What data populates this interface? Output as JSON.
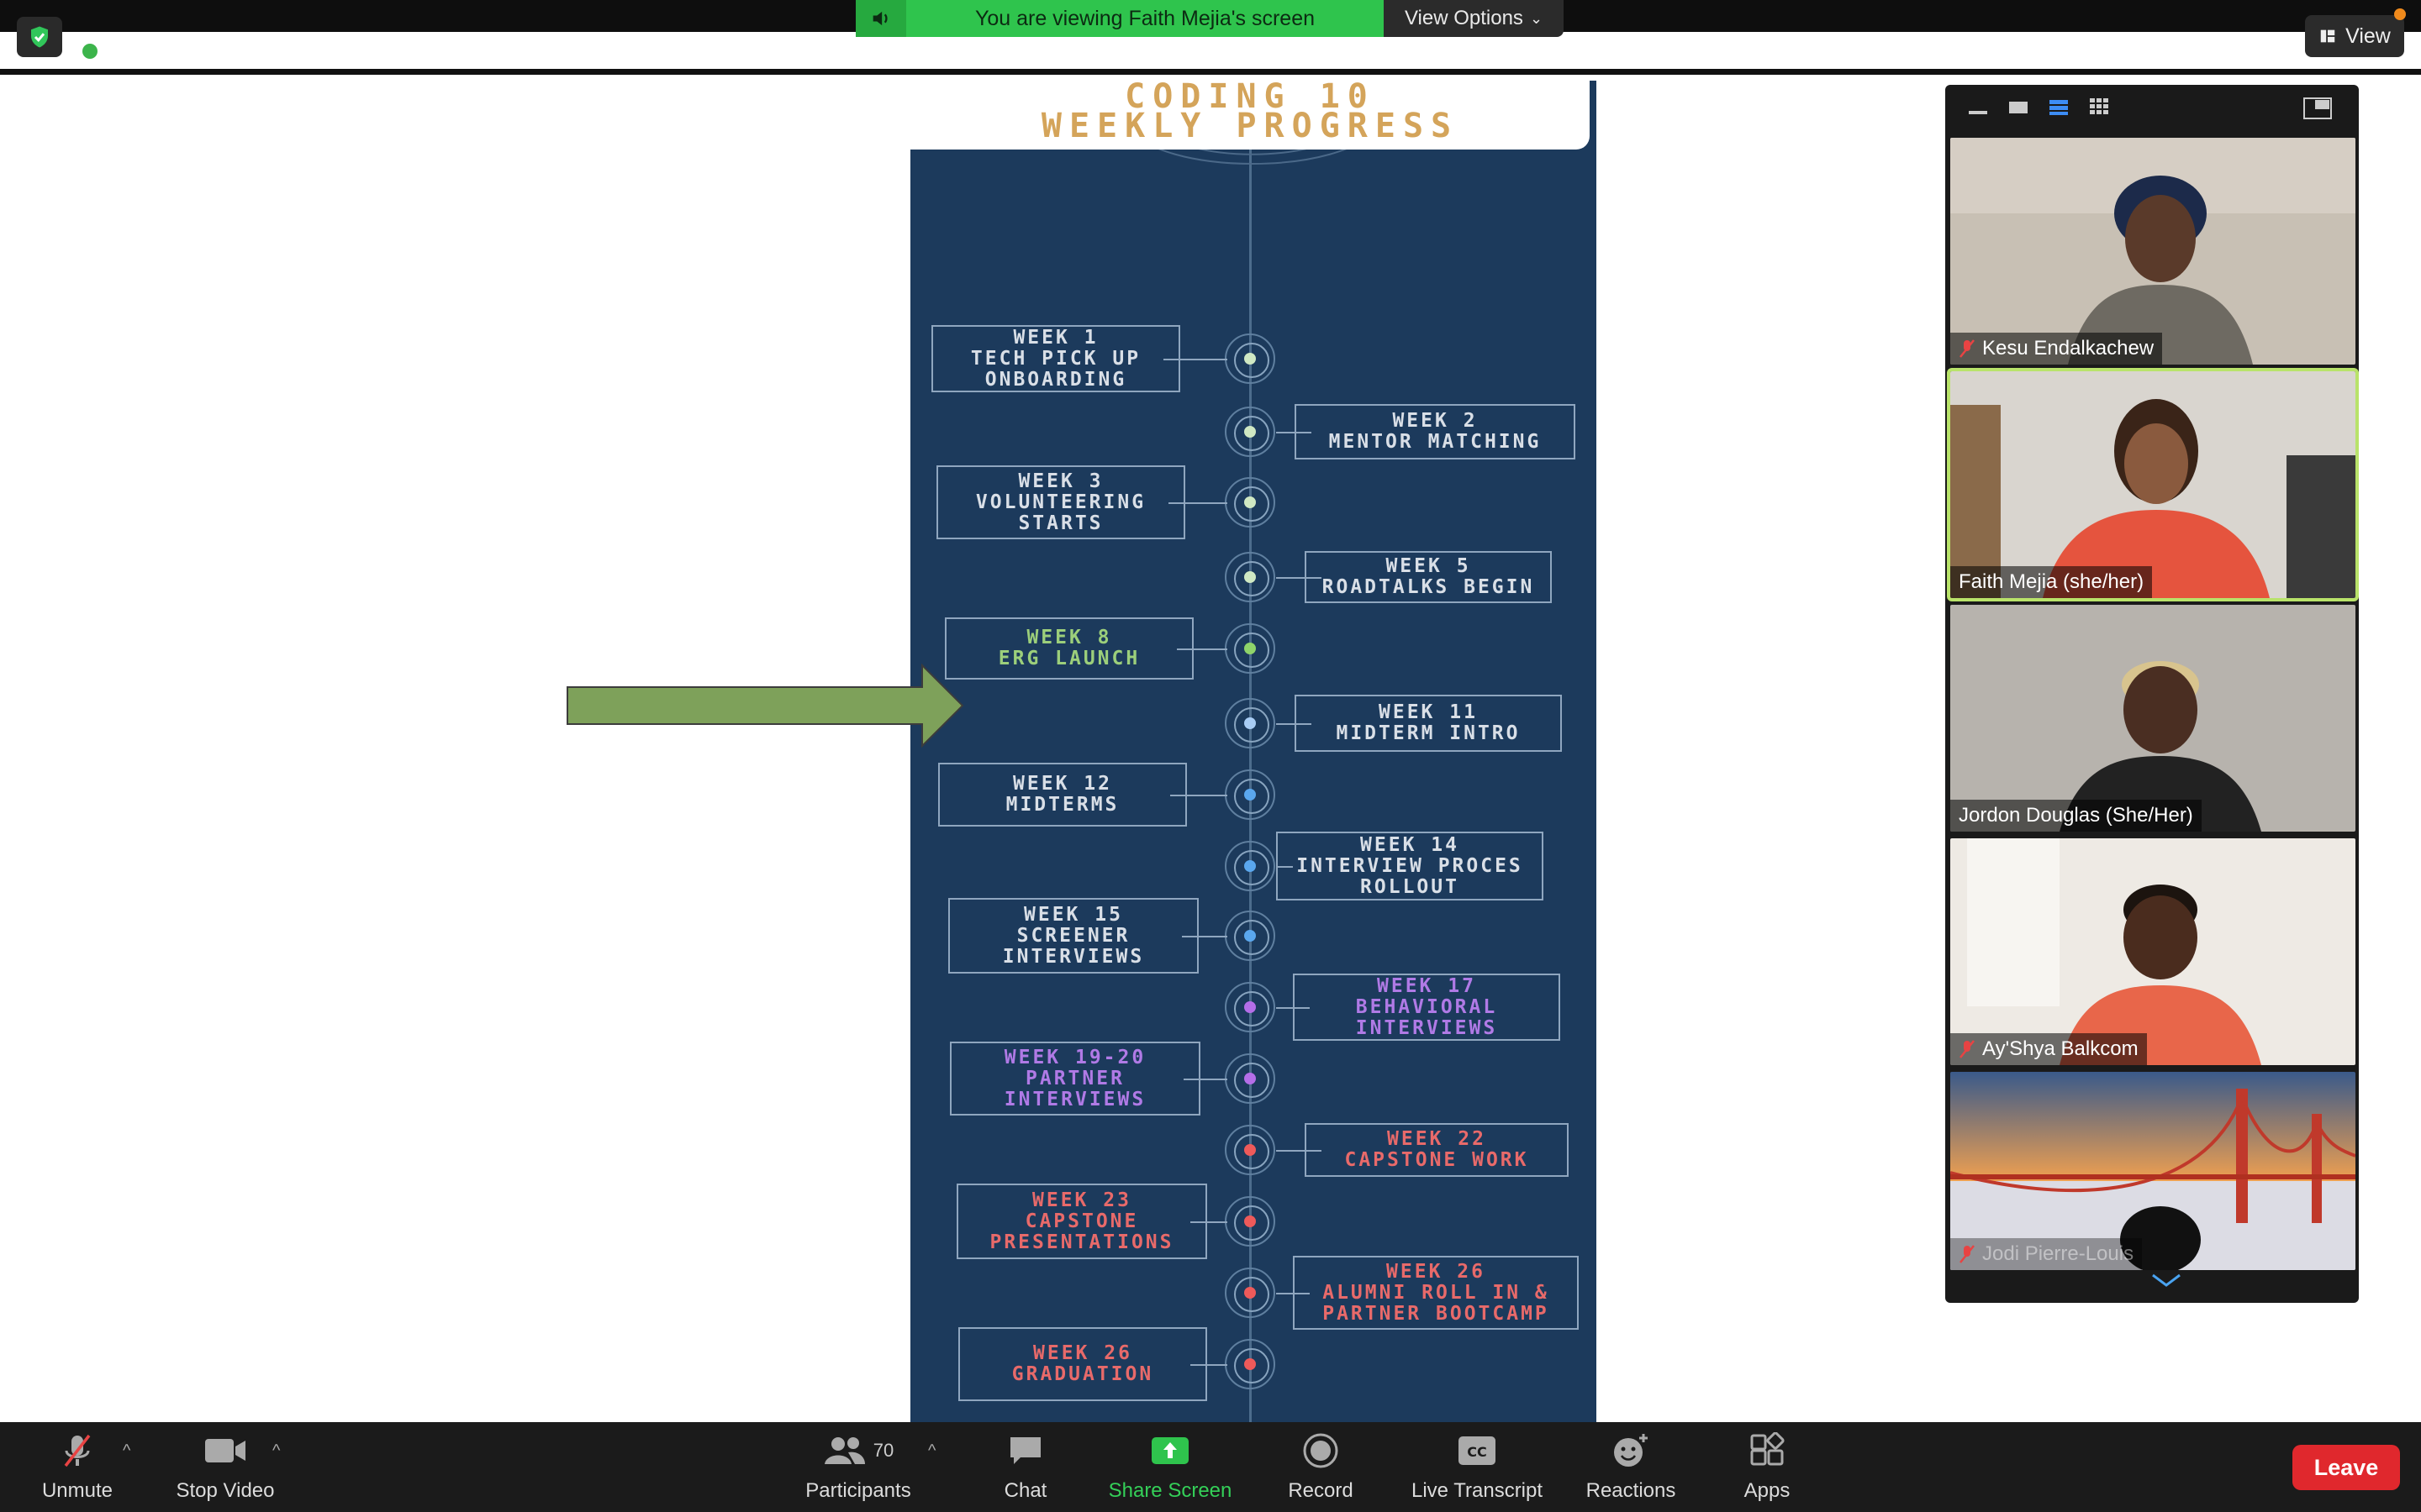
{
  "banner": {
    "viewing_text": "You are viewing Faith Mejia's screen",
    "view_options_label": "View Options",
    "view_button_label": "View"
  },
  "slide": {
    "title_line1": "CODING 10",
    "title_line2": "WEEKLY PROGRESS",
    "timeline": [
      {
        "lines": [
          "WEEK 1",
          "TECH PICK UP",
          "ONBOARDING"
        ],
        "color": "#d9dfe7",
        "dot": "#cfe8c3"
      },
      {
        "lines": [
          "WEEK 2",
          "MENTOR MATCHING"
        ],
        "color": "#d9dfe7",
        "dot": "#cfe8c3"
      },
      {
        "lines": [
          "WEEK 3",
          "VOLUNTEERING",
          "STARTS"
        ],
        "color": "#d9dfe7",
        "dot": "#cfe8c3"
      },
      {
        "lines": [
          "WEEK 5",
          "ROADTALKS BEGIN"
        ],
        "color": "#d9dfe7",
        "dot": "#cfe8c3"
      },
      {
        "lines": [
          "WEEK 8",
          "ERG LAUNCH"
        ],
        "color": "#9ccf7b",
        "dot": "#8fd46a"
      },
      {
        "lines": [
          "WEEK 11",
          "MIDTERM INTRO"
        ],
        "color": "#d9dfe7",
        "dot": "#a9cdf5"
      },
      {
        "lines": [
          "WEEK 12",
          "MIDTERMS"
        ],
        "color": "#d9dfe7",
        "dot": "#5aa7ee"
      },
      {
        "lines": [
          "WEEK 14",
          "INTERVIEW PROCES",
          "ROLLOUT"
        ],
        "color": "#d9dfe7",
        "dot": "#5aa7ee"
      },
      {
        "lines": [
          "WEEK 15",
          "SCREENER",
          "INTERVIEWS"
        ],
        "color": "#d9dfe7",
        "dot": "#5aa7ee"
      },
      {
        "lines": [
          "WEEK 17",
          "BEHAVIORAL",
          "INTERVIEWS"
        ],
        "color": "#b07ae6",
        "dot": "#b46ee8"
      },
      {
        "lines": [
          "WEEK 19-20",
          "PARTNER",
          "INTERVIEWS"
        ],
        "color": "#b07ae6",
        "dot": "#b46ee8"
      },
      {
        "lines": [
          "WEEK 22",
          "CAPSTONE WORK"
        ],
        "color": "#e86a6a",
        "dot": "#ee5a5a"
      },
      {
        "lines": [
          "WEEK 23",
          "CAPSTONE",
          "PRESENTATIONS"
        ],
        "color": "#e86a6a",
        "dot": "#ee5a5a"
      },
      {
        "lines": [
          "WEEK 26",
          "ALUMNI ROLL IN &",
          "PARTNER BOOTCAMP"
        ],
        "color": "#e86a6a",
        "dot": "#ee5a5a"
      },
      {
        "lines": [
          "WEEK 26",
          "GRADUATION"
        ],
        "color": "#e86a6a",
        "dot": "#ee5a5a"
      }
    ]
  },
  "participants_panel": {
    "tiles": [
      {
        "name": "Kesu Endalkachew",
        "muted": true
      },
      {
        "name": "Faith Mejia  (she/her)",
        "muted": false,
        "speaking": true
      },
      {
        "name": "Jordon Douglas (She/Her)",
        "muted": false
      },
      {
        "name": "Ay'Shya Balkcom",
        "muted": true
      },
      {
        "name": "Jodi Pierre-Louis",
        "muted": true
      }
    ]
  },
  "toolbar": {
    "unmute": "Unmute",
    "stop_video": "Stop Video",
    "participants": "Participants",
    "participant_count": "70",
    "chat": "Chat",
    "share_screen": "Share Screen",
    "record": "Record",
    "live_transcript": "Live Transcript",
    "reactions": "Reactions",
    "apps": "Apps",
    "leave": "Leave"
  },
  "colors": {
    "share_green": "#2fc44d",
    "leave_red": "#e0282d",
    "slide_bg": "#1c3a5c",
    "title_gold": "#d4a45a",
    "arrow_green": "#7ea15a"
  }
}
